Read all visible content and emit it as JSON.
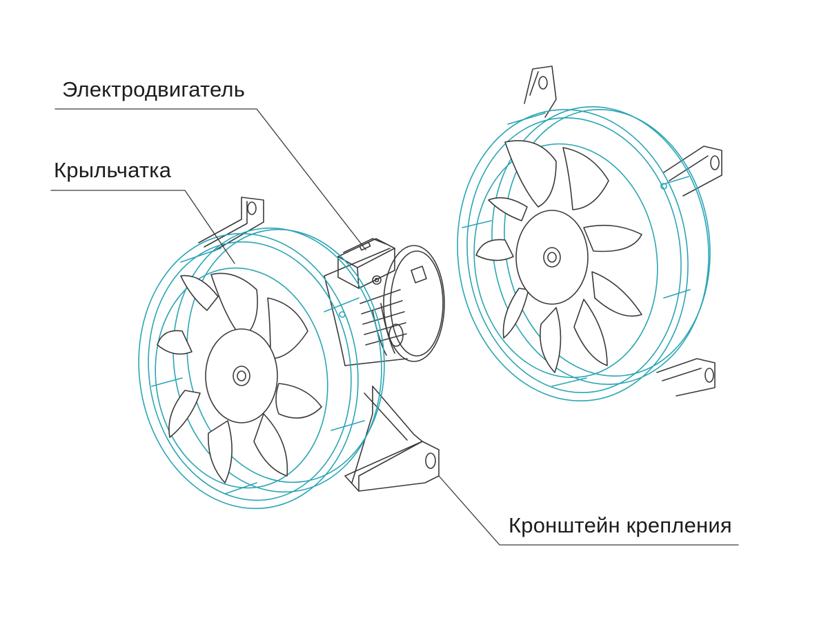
{
  "labels": {
    "motor": "Электродвигатель",
    "impeller": "Крыльчатка",
    "bracket": "Кронштейн крепления"
  },
  "colors": {
    "line": "#3a3a3a",
    "ring": "#2aa5b3",
    "text": "#1c1c1c",
    "background": "#ffffff"
  }
}
